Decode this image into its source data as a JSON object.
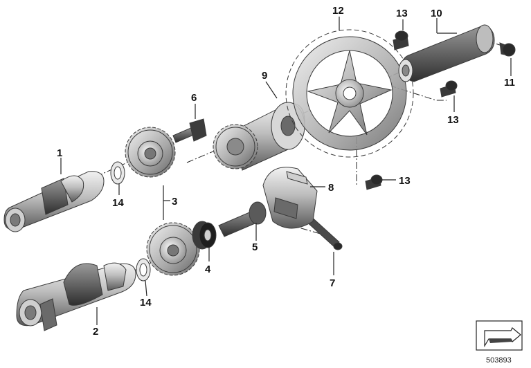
{
  "callouts": [
    {
      "id": "c1",
      "text": "1"
    },
    {
      "id": "c2",
      "text": "2"
    },
    {
      "id": "c3",
      "text": "3"
    },
    {
      "id": "c4",
      "text": "4"
    },
    {
      "id": "c5",
      "text": "5"
    },
    {
      "id": "c6",
      "text": "6"
    },
    {
      "id": "c7",
      "text": "7"
    },
    {
      "id": "c8",
      "text": "8"
    },
    {
      "id": "c9",
      "text": "9"
    },
    {
      "id": "c10",
      "text": "10"
    },
    {
      "id": "c11",
      "text": "11"
    },
    {
      "id": "c12",
      "text": "12"
    },
    {
      "id": "c13a",
      "text": "13"
    },
    {
      "id": "c13b",
      "text": "13"
    },
    {
      "id": "c13c",
      "text": "13"
    },
    {
      "id": "c14a",
      "text": "14"
    },
    {
      "id": "c14b",
      "text": "14"
    }
  ],
  "document_number": "503893",
  "colors": {
    "part_light": "#d6d6d6",
    "part_mid": "#9a9a9a",
    "part_dark": "#4a4a4a",
    "line": "#222222",
    "background": "#ffffff"
  },
  "icons": {
    "corner_symbol": "arrow-box-icon"
  }
}
